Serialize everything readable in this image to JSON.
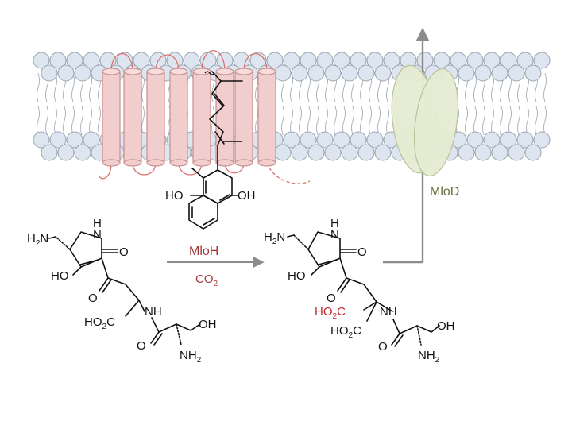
{
  "colors": {
    "membrane_head_fill": "#dde6f0",
    "membrane_head_stroke": "#9aa4ae",
    "helix_fill": "#f1cdcd",
    "helix_stroke": "#c98f8f",
    "loop": "#d9726f",
    "mlod_fill": "#e6ecd2",
    "mlod_stroke": "#b9c39a",
    "mlod_label": "#6b6d3d",
    "enzyme_label": "#a33a3a",
    "arrow": "#8c8c8c",
    "added_group": "#c0282c"
  },
  "labels": {
    "enzyme": "MloH",
    "cosubstrate": "CO2",
    "transporter": "MloD"
  },
  "substrate": {
    "amine": "H2N",
    "nh": "H",
    "n": "N",
    "keto": "O",
    "enol": "HO",
    "ketone": "O",
    "acid": "HO2C",
    "amide_nh": "NH",
    "amide_o": "O",
    "hydroxyl": "OH",
    "amino": "NH2"
  },
  "product": {
    "amine": "H2N",
    "nh": "H",
    "n": "N",
    "keto": "O",
    "enol": "HO",
    "ketone": "O",
    "new_acid": "HO2C",
    "acid": "HO2C",
    "amide_nh": "NH",
    "amide_o": "O",
    "hydroxyl": "OH",
    "amino": "NH2"
  },
  "cofactor": {
    "hydroxyl_left": "HO",
    "hydroxyl_right": "OH"
  }
}
